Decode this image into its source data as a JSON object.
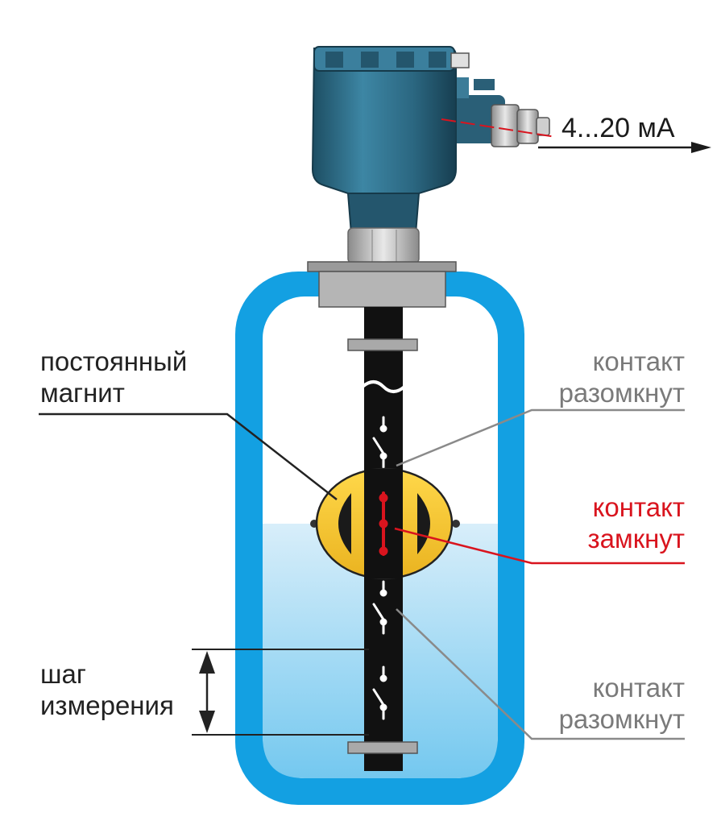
{
  "signal": {
    "label": "4...20 мА"
  },
  "labels": {
    "magnet_line1": "постоянный",
    "magnet_line2": "магнит",
    "step_line1": "шаг",
    "step_line2": "измерения",
    "open_top_line1": "контакт",
    "open_top_line2": "разомкнут",
    "closed_line1": "контакт",
    "closed_line2": "замкнут",
    "open_bottom_line1": "контакт",
    "open_bottom_line2": "разомкнут"
  },
  "colors": {
    "tank_frame": "#13a0e2",
    "liquid": "#b9e2f7",
    "housing": "#2f6c86",
    "float": "#f5c52c",
    "rod": "#111111",
    "closed_contact": "#d9141e",
    "open_label": "#7a7a7a",
    "dark_label": "#222222"
  },
  "icons": {
    "arrow": "right-arrow-icon",
    "step": "double-arrow-icon"
  }
}
